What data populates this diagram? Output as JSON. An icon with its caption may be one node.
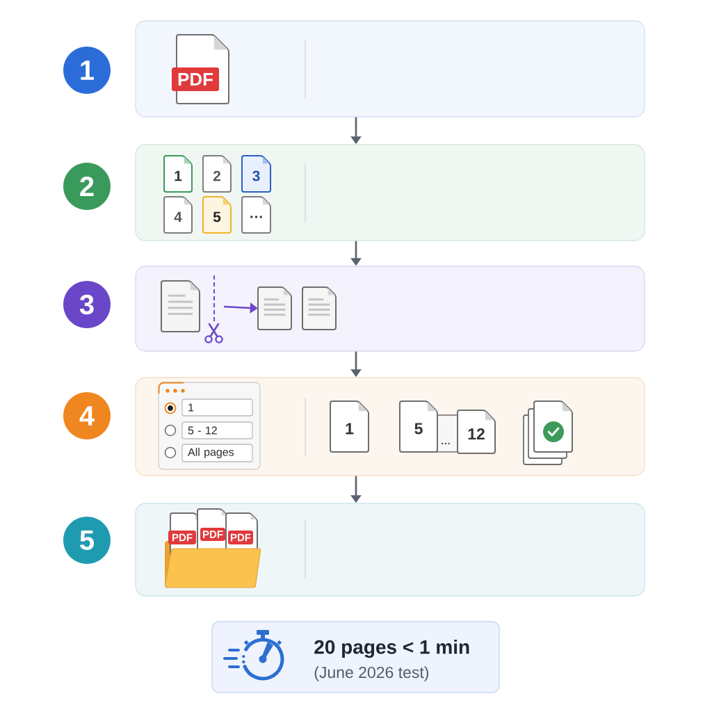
{
  "diagram": {
    "nodes": [
      {
        "text": [
          "1"
        ]
      },
      {
        "text": [],
        "shape": "box"
      },
      {
        "text": [
          "PDF"
        ],
        "in": 1
      },
      {
        "text": [
          "2"
        ]
      },
      {
        "text": [],
        "shape": "box"
      },
      {
        "text": [
          "1"
        ],
        "in": 4
      },
      {
        "text": [
          "2"
        ],
        "in": 4
      },
      {
        "text": [
          "3"
        ],
        "in": 4
      },
      {
        "text": [
          "4"
        ],
        "in": 4
      },
      {
        "text": [
          "5"
        ],
        "in": 4
      },
      {
        "text": [
          "…"
        ],
        "in": 4
      },
      {
        "text": [
          "3"
        ]
      },
      {
        "text": [],
        "shape": "box"
      },
      {
        "text": [],
        "shape": "document",
        "in": 12
      },
      {
        "text": [],
        "shape": "document",
        "in": 12
      },
      {
        "text": [],
        "shape": "document",
        "in": 12
      },
      {
        "text": [
          "4"
        ]
      },
      {
        "text": [],
        "shape": "box"
      },
      {
        "text": [],
        "shape": "box",
        "in": 17
      },
      {
        "text": [
          "1"
        ],
        "in": 18
      },
      {
        "text": [
          "5 - 12"
        ],
        "in": 18
      },
      {
        "text": [
          "All pages"
        ],
        "in": 18
      },
      {
        "text": [
          "1"
        ],
        "in": 17
      },
      {
        "text": [
          "5"
        ],
        "in": 17
      },
      {
        "text": [
          "12"
        ],
        "in": 17
      },
      {
        "text": [
          "5"
        ]
      },
      {
        "text": [],
        "shape": "box"
      },
      {
        "text": [
          "PDF"
        ],
        "in": 26
      },
      {
        "text": [
          "PDF"
        ],
        "in": 26
      },
      {
        "text": [
          "PDF"
        ],
        "in": 26
      },
      {
        "text": [
          "20 pages < 1 min",
          "(June 2026 test)"
        ]
      }
    ],
    "edges": [
      {
        "from": 1,
        "to": 4,
        "arrow": "to"
      },
      {
        "from": 4,
        "to": 12,
        "arrow": "to"
      },
      {
        "from": 12,
        "to": 17,
        "arrow": "to"
      },
      {
        "from": 17,
        "to": 26,
        "arrow": "to"
      },
      {
        "from": null,
        "to": 14,
        "arrow": "to",
        "color": "#6b48c8"
      }
    ],
    "labels": [
      "…"
    ]
  }
}
